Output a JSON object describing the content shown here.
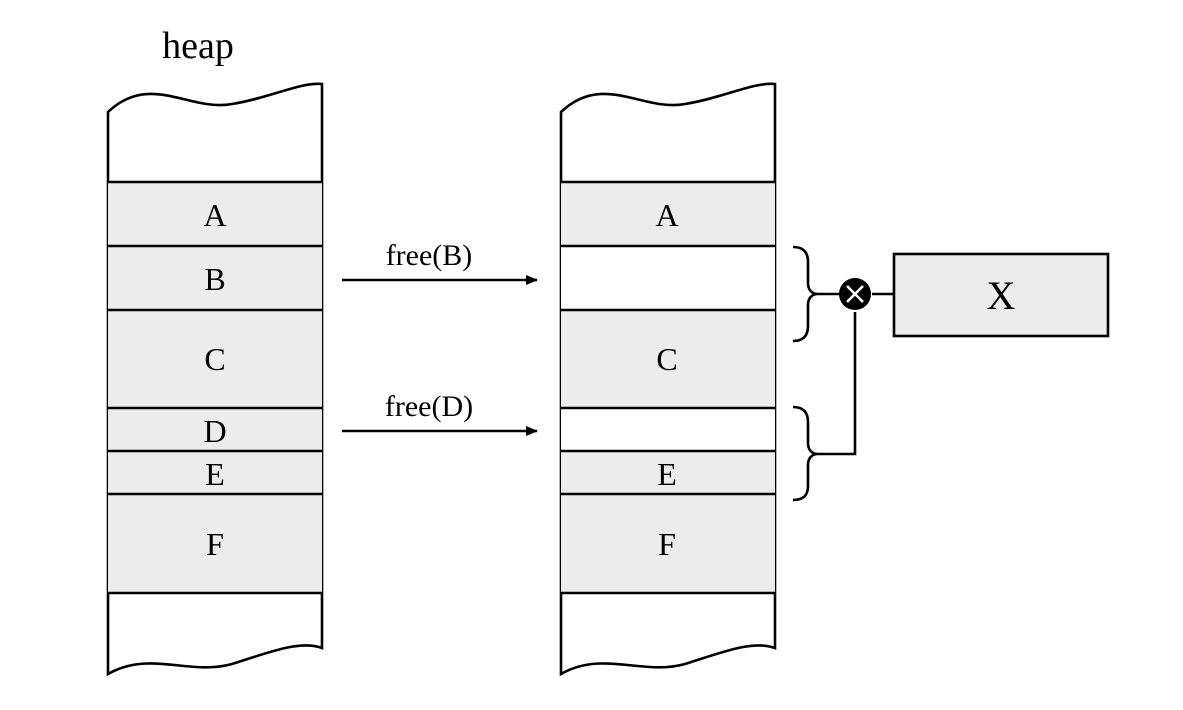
{
  "title": "heap",
  "before": {
    "blocks": [
      {
        "label": "A",
        "state": "allocated"
      },
      {
        "label": "B",
        "state": "allocated"
      },
      {
        "label": "C",
        "state": "allocated"
      },
      {
        "label": "D",
        "state": "allocated"
      },
      {
        "label": "E",
        "state": "allocated"
      },
      {
        "label": "F",
        "state": "allocated"
      }
    ]
  },
  "operations": [
    {
      "label": "free(B)"
    },
    {
      "label": "free(D)"
    }
  ],
  "after": {
    "blocks": [
      {
        "label": "A",
        "state": "allocated"
      },
      {
        "label": "",
        "state": "free"
      },
      {
        "label": "C",
        "state": "allocated"
      },
      {
        "label": "",
        "state": "free"
      },
      {
        "label": "E",
        "state": "allocated"
      },
      {
        "label": "F",
        "state": "allocated"
      }
    ]
  },
  "result": {
    "label": "X",
    "symbol": "⊗"
  },
  "colors": {
    "allocated": "#ececec",
    "free": "#ffffff",
    "line": "#000000"
  }
}
